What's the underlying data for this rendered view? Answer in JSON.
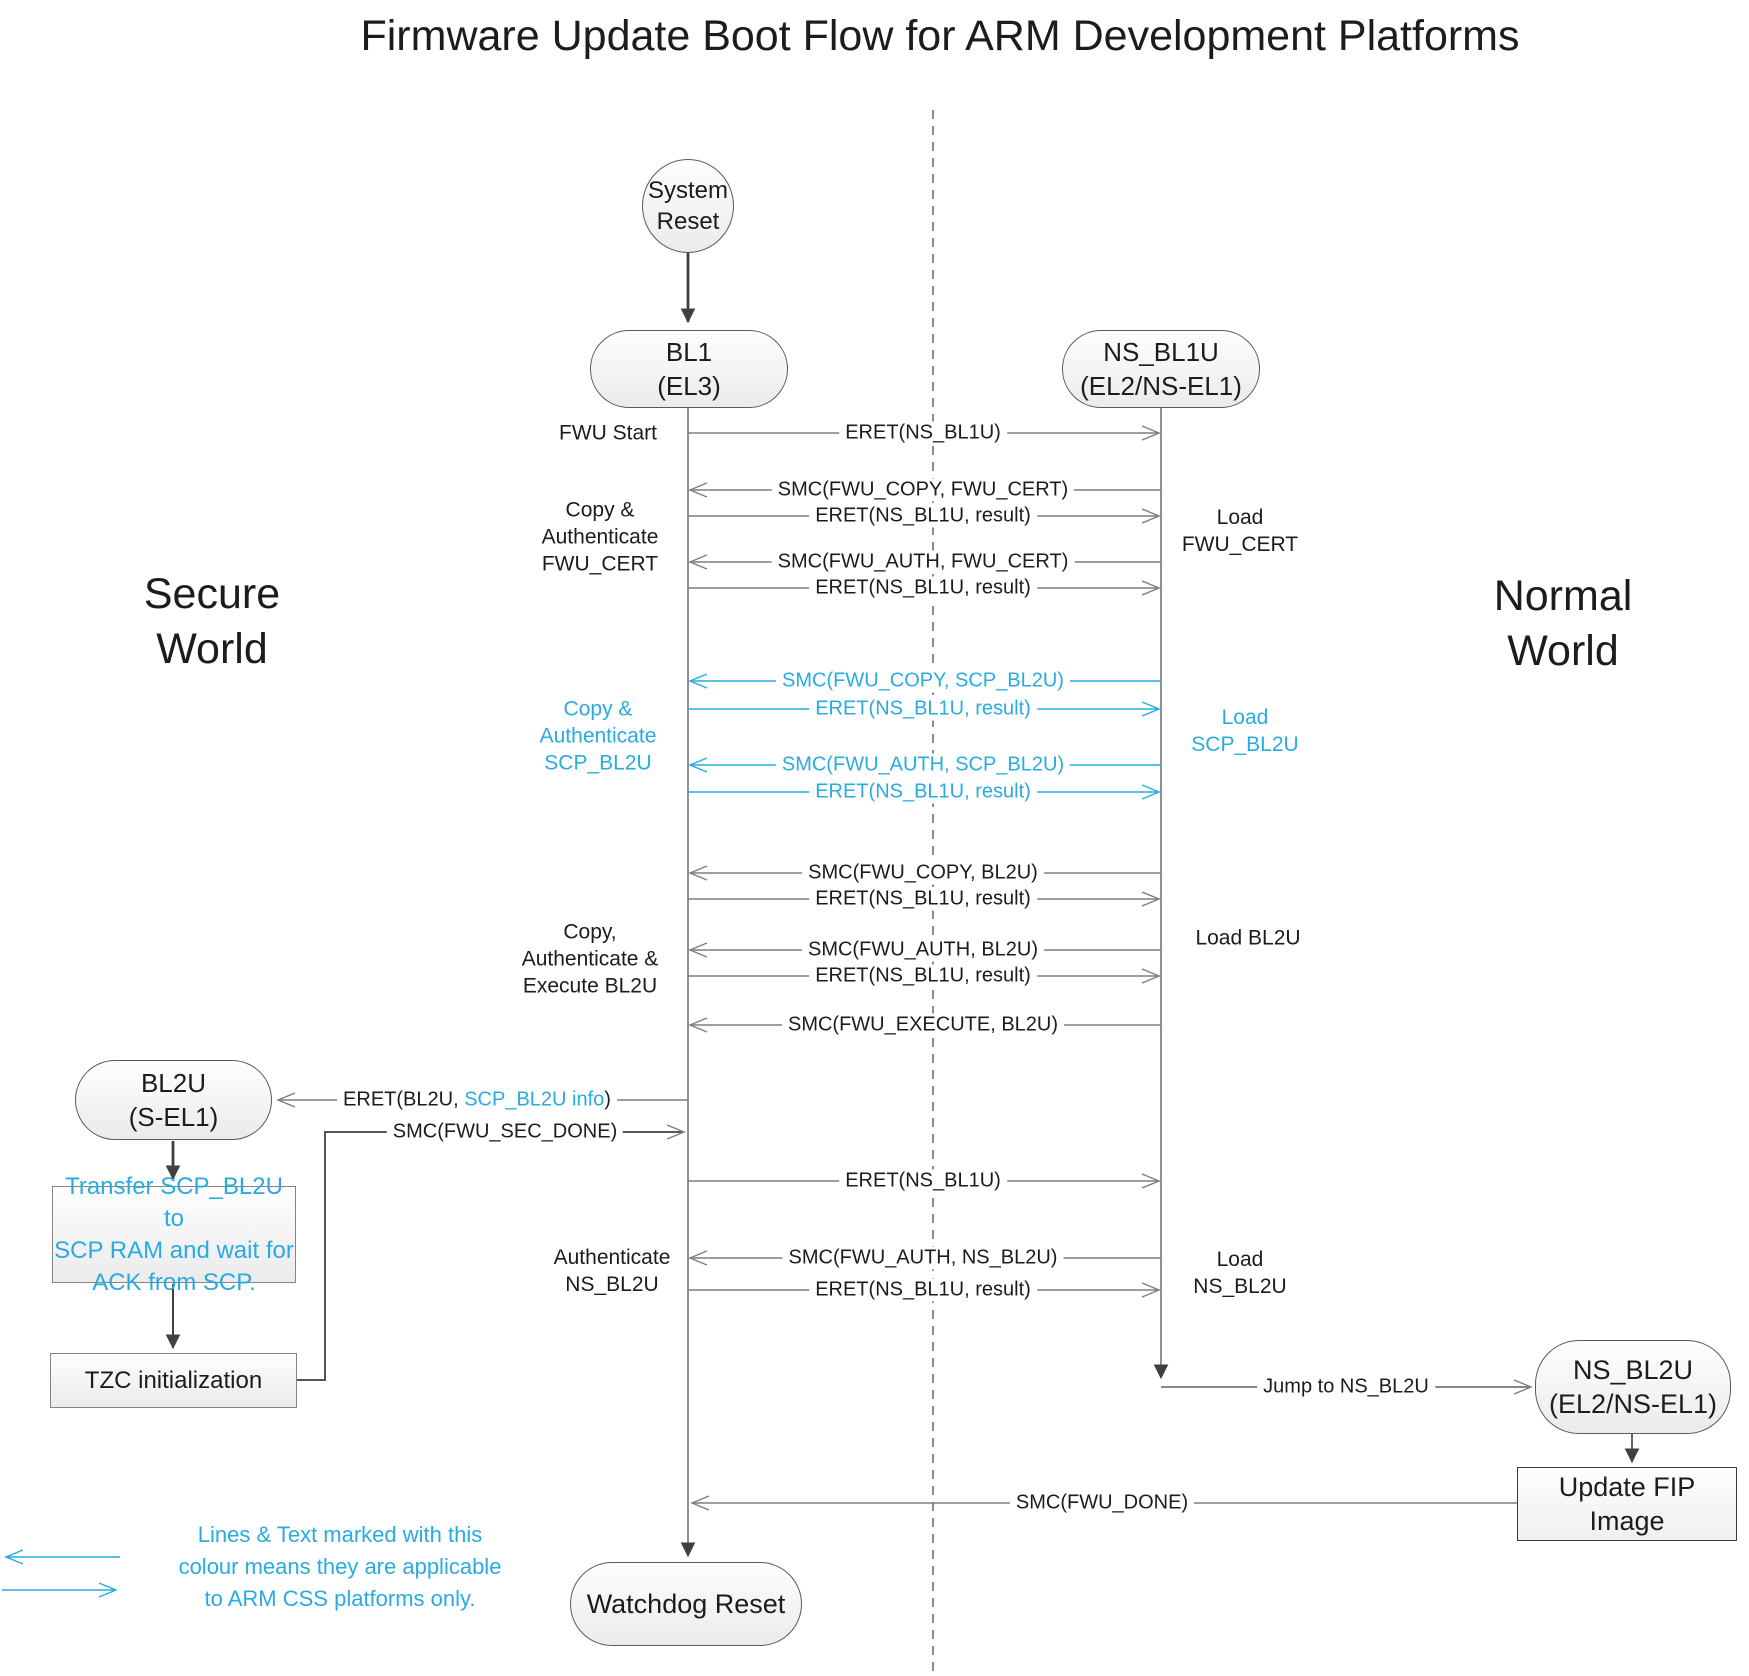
{
  "title": "Firmware Update Boot Flow for ARM Development Platforms",
  "colors": {
    "accent_blue": "#29ABE2",
    "line_gray": "#7f7f7f",
    "flow_dark": "#404040"
  },
  "worlds": {
    "secure": "Secure\nWorld",
    "normal": "Normal\nWorld"
  },
  "nodes": {
    "system_reset": "System\nReset",
    "bl1": "BL1\n(EL3)",
    "ns_bl1u": "NS_BL1U\n(EL2/NS-EL1)",
    "bl2u": "BL2U\n(S-EL1)",
    "ns_bl2u": "NS_BL2U\n(EL2/NS-EL1)",
    "transfer_scp": "Transfer SCP_BL2U to\nSCP RAM and wait for\nACK from SCP.",
    "tzc": "TZC initialization",
    "update_fip": "Update FIP Image",
    "watchdog": "Watchdog Reset"
  },
  "side_labels": {
    "fwu_start": "FWU Start",
    "copy_auth_fwu_cert": "Copy &\nAuthenticate\nFWU_CERT",
    "copy_auth_scp_bl2u": "Copy &\nAuthenticate\nSCP_BL2U",
    "copy_auth_exec_bl2u": "Copy,\nAuthenticate &\nExecute BL2U",
    "auth_ns_bl2u": "Authenticate\nNS_BL2U",
    "load_fwu_cert": "Load\nFWU_CERT",
    "load_scp_bl2u": "Load\nSCP_BL2U",
    "load_bl2u": "Load BL2U",
    "load_ns_bl2u": "Load\nNS_BL2U"
  },
  "messages": [
    {
      "label": "ERET(NS_BL1U)"
    },
    {
      "label": "SMC(FWU_COPY, FWU_CERT)"
    },
    {
      "label": "ERET(NS_BL1U, result)"
    },
    {
      "label": "SMC(FWU_AUTH, FWU_CERT)"
    },
    {
      "label": "ERET(NS_BL1U, result)"
    },
    {
      "label": "SMC(FWU_COPY, SCP_BL2U)"
    },
    {
      "label": "ERET(NS_BL1U, result)"
    },
    {
      "label": "SMC(FWU_AUTH, SCP_BL2U)"
    },
    {
      "label": "ERET(NS_BL1U, result)"
    },
    {
      "label": "SMC(FWU_COPY, BL2U)"
    },
    {
      "label": "ERET(NS_BL1U, result)"
    },
    {
      "label": "SMC(FWU_AUTH, BL2U)"
    },
    {
      "label": "ERET(NS_BL1U, result)"
    },
    {
      "label": "SMC(FWU_EXECUTE, BL2U)"
    },
    {
      "prefix": "ERET(BL2U, ",
      "highlight": "SCP_BL2U info",
      "suffix": ")"
    },
    {
      "label": "SMC(FWU_SEC_DONE)"
    },
    {
      "label": "ERET(NS_BL1U)"
    },
    {
      "label": "SMC(FWU_AUTH, NS_BL2U)"
    },
    {
      "label": "ERET(NS_BL1U, result)"
    },
    {
      "label": "Jump to NS_BL2U"
    },
    {
      "label": "SMC(FWU_DONE)"
    }
  ],
  "legend": {
    "text": "Lines & Text marked with this\ncolour means they are applicable\nto ARM CSS platforms only."
  }
}
